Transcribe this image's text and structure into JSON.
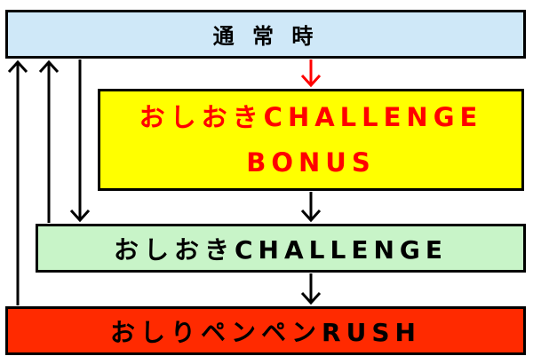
{
  "nodes": {
    "normal": "通 常 時",
    "bonus_line1": "おしおきCHALLENGE",
    "bonus_line2": "BONUS",
    "challenge": "おしおきCHALLENGE",
    "rush": "おしりペンペンRUSH"
  },
  "colors": {
    "normal_bg": "#cfe8f8",
    "bonus_bg": "#ffff00",
    "bonus_text": "#ff0000",
    "challenge_bg": "#c8f4c8",
    "rush_bg": "#ff2a00",
    "arrow_red": "#ff0000",
    "arrow_black": "#000000"
  }
}
